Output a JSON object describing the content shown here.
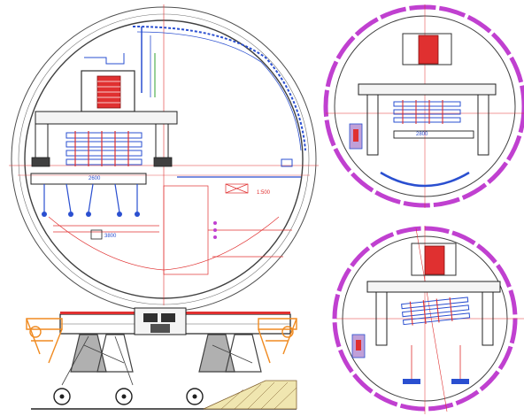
{
  "drawing": {
    "colors": {
      "outline": "#404040",
      "red": "#e03030",
      "blue": "#2a4fd0",
      "magenta": "#c040d0",
      "orange": "#f08a20",
      "dark": "#202020",
      "green": "#30a030"
    },
    "main_section": {
      "dims": {
        "width_main": "2600",
        "width_lower": "3800",
        "right_small": "1:500"
      }
    },
    "detail_top": {
      "dims": {
        "inner": "2800"
      }
    },
    "detail_bottom": {},
    "elevation": {}
  }
}
